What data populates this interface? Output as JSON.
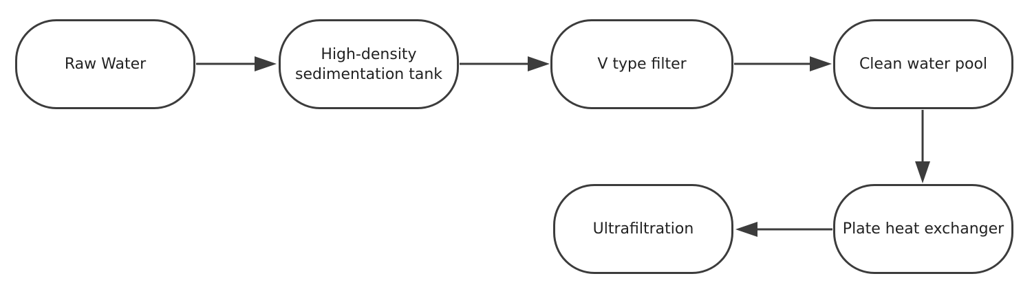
{
  "diagram": {
    "nodes": {
      "raw_water": "Raw Water",
      "high_density": "High-density sedimentation tank",
      "v_filter": "V type filter",
      "clean_pool": "Clean water pool",
      "plate_heat": "Plate heat exchanger",
      "ultrafiltration": "Ultrafiltration"
    }
  },
  "colors": {
    "stroke": "#3c3c3c",
    "text": "#222222",
    "background": "#ffffff"
  }
}
